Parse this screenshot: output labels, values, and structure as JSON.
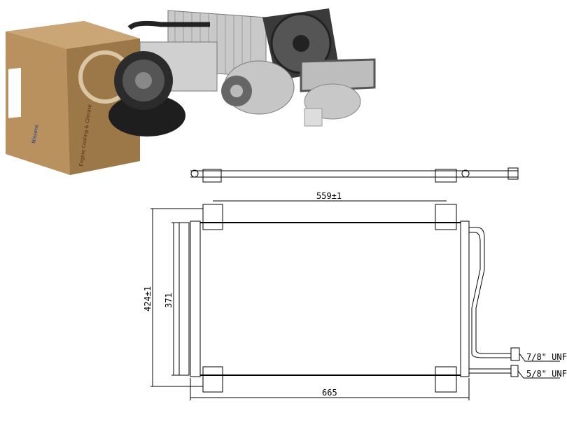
{
  "product_photo": {
    "box_brand": "Nissens",
    "box_side_text": "Engine Cooling & Climate"
  },
  "drawing": {
    "width_top": "559±1",
    "width_bottom": "665",
    "height_outer": "424±1",
    "height_core": "371",
    "fitting_1": "7/8\" UNF",
    "fitting_2": "5/8\" UNF"
  },
  "colors": {
    "line": "#000000",
    "box": "#b08a5a"
  }
}
